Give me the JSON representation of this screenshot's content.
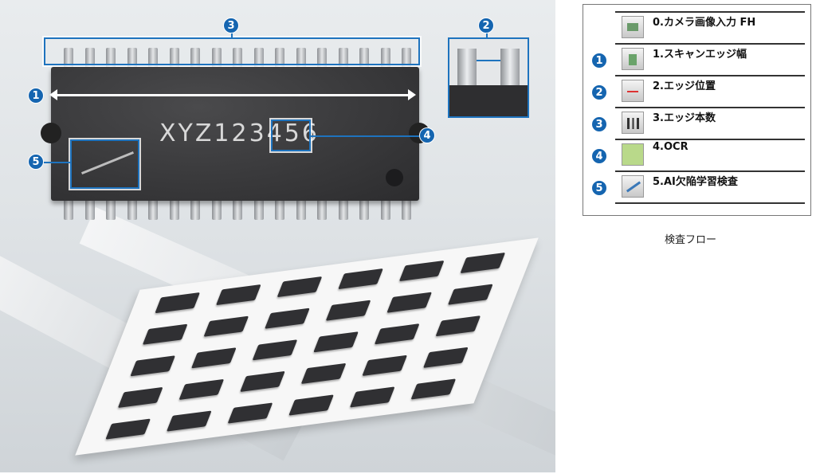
{
  "illustration": {
    "chip_marking": "XYZ123456",
    "callouts": [
      "1",
      "2",
      "3",
      "4",
      "5"
    ]
  },
  "flow": {
    "steps": [
      {
        "label": "0.カメラ画像入力 FH",
        "icon": "camera-icon"
      },
      {
        "label": "1.スキャンエッジ幅",
        "icon": "edge-width-icon",
        "marker": "1"
      },
      {
        "label": "2.エッジ位置",
        "icon": "edge-position-icon",
        "marker": "2"
      },
      {
        "label": "3.エッジ本数",
        "icon": "edge-count-icon",
        "marker": "3"
      },
      {
        "label": "4.OCR",
        "icon": "ocr-icon",
        "marker": "4"
      },
      {
        "label": "5.AI欠陥学習検査",
        "icon": "ai-defect-icon",
        "marker": "5"
      }
    ],
    "caption": "検査フロー"
  },
  "colors": {
    "accent": "#1565b0"
  }
}
